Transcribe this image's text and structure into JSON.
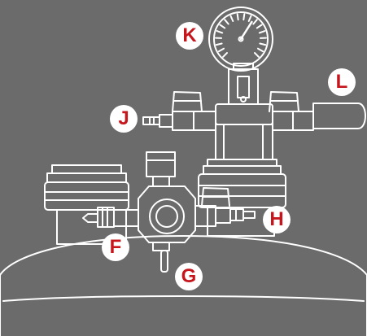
{
  "colors": {
    "background": "#6b6b6b",
    "line": "#ffffff",
    "label_text": "#c4161c",
    "label_fill": "#ffffff"
  },
  "gauge": {
    "ticks": 18,
    "needle_fraction": 0.62
  },
  "labels": {
    "j": "J",
    "k": "K",
    "l": "L",
    "h": "H",
    "f": "F",
    "g": "G"
  }
}
